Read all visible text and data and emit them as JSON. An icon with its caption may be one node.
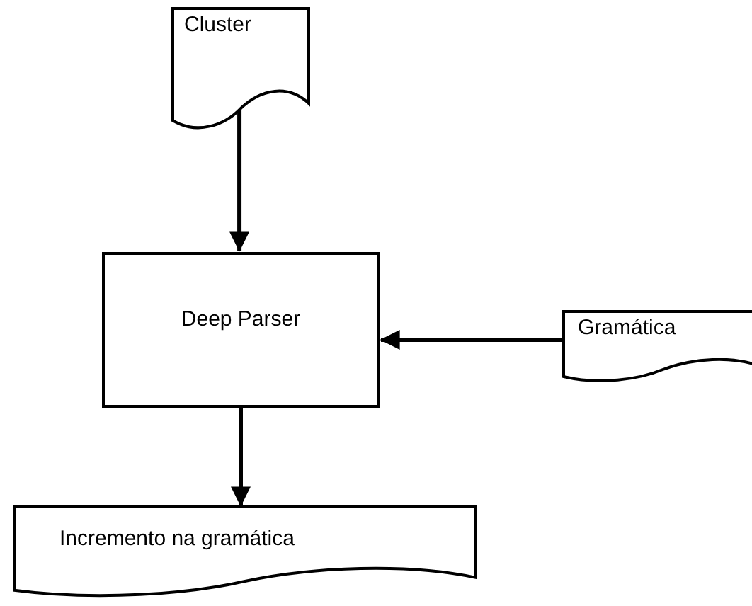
{
  "diagram": {
    "nodes": [
      {
        "text": [
          "Cluster"
        ]
      },
      {
        "text": [
          "Deep Parser"
        ]
      },
      {
        "text": [
          "Gramática"
        ]
      },
      {
        "text": [
          "Incremento na gramática"
        ]
      }
    ],
    "edges": [
      {
        "from": 0,
        "to": 1,
        "arrow": "to"
      },
      {
        "from": 2,
        "to": 1,
        "arrow": "to"
      },
      {
        "from": 1,
        "to": 3,
        "arrow": "to"
      }
    ]
  }
}
